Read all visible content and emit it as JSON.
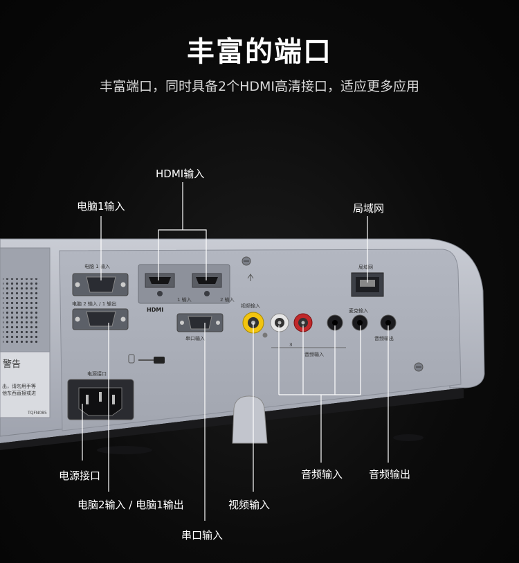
{
  "header": {
    "title": "丰富的端口",
    "subtitle": "丰富端口，同时具备2个HDMI高清接口，适应更多应用"
  },
  "callouts": {
    "hdmi_in": "HDMI输入",
    "pc1_in": "电脑1输入",
    "lan": "局域网",
    "power": "电源接口",
    "pc2_in_pc1_out": "电脑2输入 / 电脑1输出",
    "video_in": "视频输入",
    "serial_in": "串口输入",
    "audio_in": "音频输入",
    "audio_out": "音频输出"
  },
  "panel_labels": {
    "pc1": "电脑 1 输入",
    "pc2": "电脑 2 输入 / 1 输出",
    "hdmi_logo": "HDMI",
    "hdmi1": "1 输入",
    "hdmi2": "2 输入",
    "serial": "串口输入",
    "video": "视频输入",
    "audio_group": "音频输入",
    "mic": "麦克输入",
    "audio_out": "音频输出",
    "lan": "局域网",
    "power": "电源接口",
    "warning": "警告",
    "warning_line1": "出，请勿用手等",
    "warning_line2": "他东西直接或进",
    "model": "TQFN085",
    "num3": "3"
  },
  "colors": {
    "chassis": "#b8bcc6",
    "panel": "#a9adb8",
    "yellow_jack": "#f2c40f",
    "red_jack": "#c0282a"
  }
}
